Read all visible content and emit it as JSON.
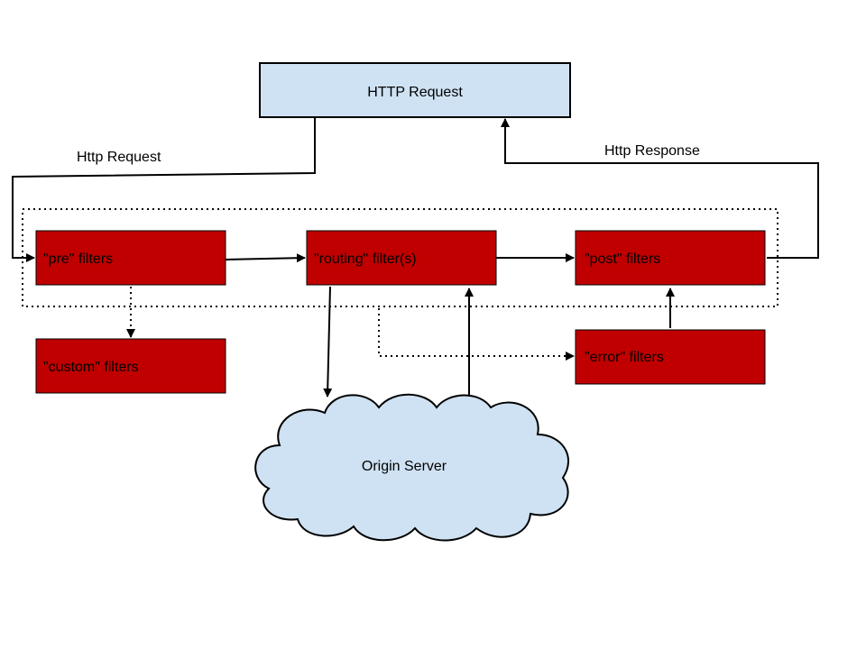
{
  "colors": {
    "request_box": "#cfe2f3",
    "filter_box": "#c00000",
    "cloud": "#cfe2f3",
    "stroke": "#000000"
  },
  "nodes": {
    "http_request": "HTTP Request",
    "pre_filters": "\"pre\" filters",
    "routing_filters": "\"routing\" filter(s)",
    "post_filters": "\"post\" filters",
    "custom_filters": "\"custom\" filters",
    "error_filters": "\"error\" filters",
    "origin_server": "Origin Server"
  },
  "edges": {
    "http_request_label": "Http Request",
    "http_response_label": "Http Response"
  }
}
